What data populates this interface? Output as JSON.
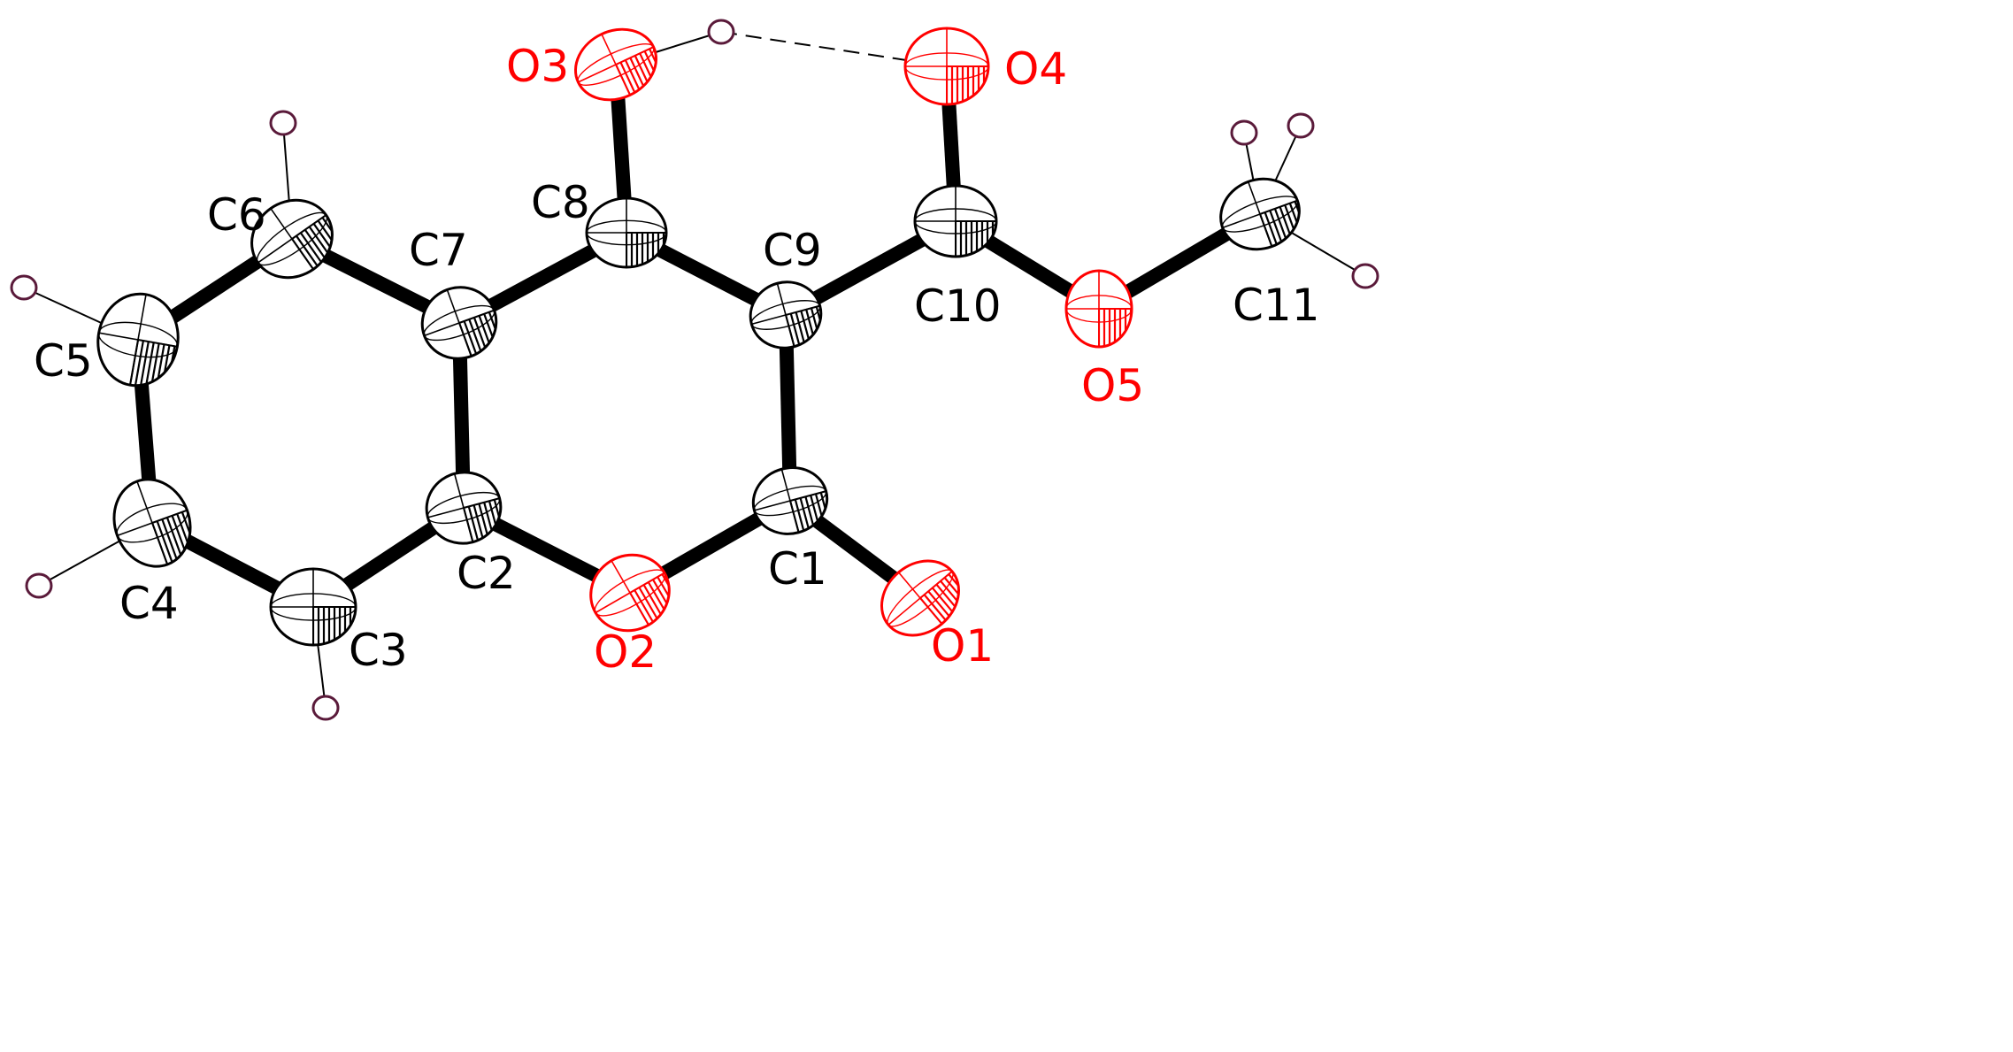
{
  "colors": {
    "carbon_label": "#000000",
    "oxygen_label": "#ff0000",
    "oxygen_outline": "#ff0000",
    "carbon_outline": "#000000",
    "hydrogen_outline": "#5a1a3a",
    "bond": "#000000"
  },
  "atoms": [
    {
      "id": "C1",
      "element": "C",
      "label": "C1"
    },
    {
      "id": "C2",
      "element": "C",
      "label": "C2"
    },
    {
      "id": "C3",
      "element": "C",
      "label": "C3"
    },
    {
      "id": "C4",
      "element": "C",
      "label": "C4"
    },
    {
      "id": "C5",
      "element": "C",
      "label": "C5"
    },
    {
      "id": "C6",
      "element": "C",
      "label": "C6"
    },
    {
      "id": "C7",
      "element": "C",
      "label": "C7"
    },
    {
      "id": "C8",
      "element": "C",
      "label": "C8"
    },
    {
      "id": "C9",
      "element": "C",
      "label": "C9"
    },
    {
      "id": "C10",
      "element": "C",
      "label": "C10"
    },
    {
      "id": "C11",
      "element": "C",
      "label": "C11"
    },
    {
      "id": "O1",
      "element": "O",
      "label": "O1"
    },
    {
      "id": "O2",
      "element": "O",
      "label": "O2"
    },
    {
      "id": "O3",
      "element": "O",
      "label": "O3"
    },
    {
      "id": "O4",
      "element": "O",
      "label": "O4"
    },
    {
      "id": "O5",
      "element": "O",
      "label": "O5"
    },
    {
      "id": "H3",
      "element": "H",
      "label": ""
    },
    {
      "id": "H4",
      "element": "H",
      "label": ""
    },
    {
      "id": "H5",
      "element": "H",
      "label": ""
    },
    {
      "id": "H6",
      "element": "H",
      "label": ""
    },
    {
      "id": "HO3",
      "element": "H",
      "label": ""
    },
    {
      "id": "H11A",
      "element": "H",
      "label": ""
    },
    {
      "id": "H11B",
      "element": "H",
      "label": ""
    },
    {
      "id": "H11C",
      "element": "H",
      "label": ""
    }
  ],
  "bonds": [
    {
      "from": "C1",
      "to": "C9",
      "type": "heavy"
    },
    {
      "from": "C1",
      "to": "O2",
      "type": "heavy"
    },
    {
      "from": "C1",
      "to": "O1",
      "type": "heavy"
    },
    {
      "from": "C2",
      "to": "O2",
      "type": "heavy"
    },
    {
      "from": "C2",
      "to": "C3",
      "type": "heavy"
    },
    {
      "from": "C2",
      "to": "C7",
      "type": "heavy"
    },
    {
      "from": "C3",
      "to": "C4",
      "type": "heavy"
    },
    {
      "from": "C4",
      "to": "C5",
      "type": "heavy"
    },
    {
      "from": "C5",
      "to": "C6",
      "type": "heavy"
    },
    {
      "from": "C6",
      "to": "C7",
      "type": "heavy"
    },
    {
      "from": "C7",
      "to": "C8",
      "type": "heavy"
    },
    {
      "from": "C8",
      "to": "C9",
      "type": "heavy"
    },
    {
      "from": "C8",
      "to": "O3",
      "type": "heavy"
    },
    {
      "from": "C9",
      "to": "C10",
      "type": "heavy"
    },
    {
      "from": "C10",
      "to": "O4",
      "type": "heavy"
    },
    {
      "from": "C10",
      "to": "O5",
      "type": "heavy"
    },
    {
      "from": "O5",
      "to": "C11",
      "type": "heavy"
    },
    {
      "from": "C3",
      "to": "H3",
      "type": "thin"
    },
    {
      "from": "C4",
      "to": "H4",
      "type": "thin"
    },
    {
      "from": "C5",
      "to": "H5",
      "type": "thin"
    },
    {
      "from": "C6",
      "to": "H6",
      "type": "thin"
    },
    {
      "from": "O3",
      "to": "HO3",
      "type": "thin"
    },
    {
      "from": "C11",
      "to": "H11A",
      "type": "thin"
    },
    {
      "from": "C11",
      "to": "H11B",
      "type": "thin"
    },
    {
      "from": "C11",
      "to": "H11C",
      "type": "thin"
    },
    {
      "from": "HO3",
      "to": "O4",
      "type": "hbond"
    }
  ]
}
